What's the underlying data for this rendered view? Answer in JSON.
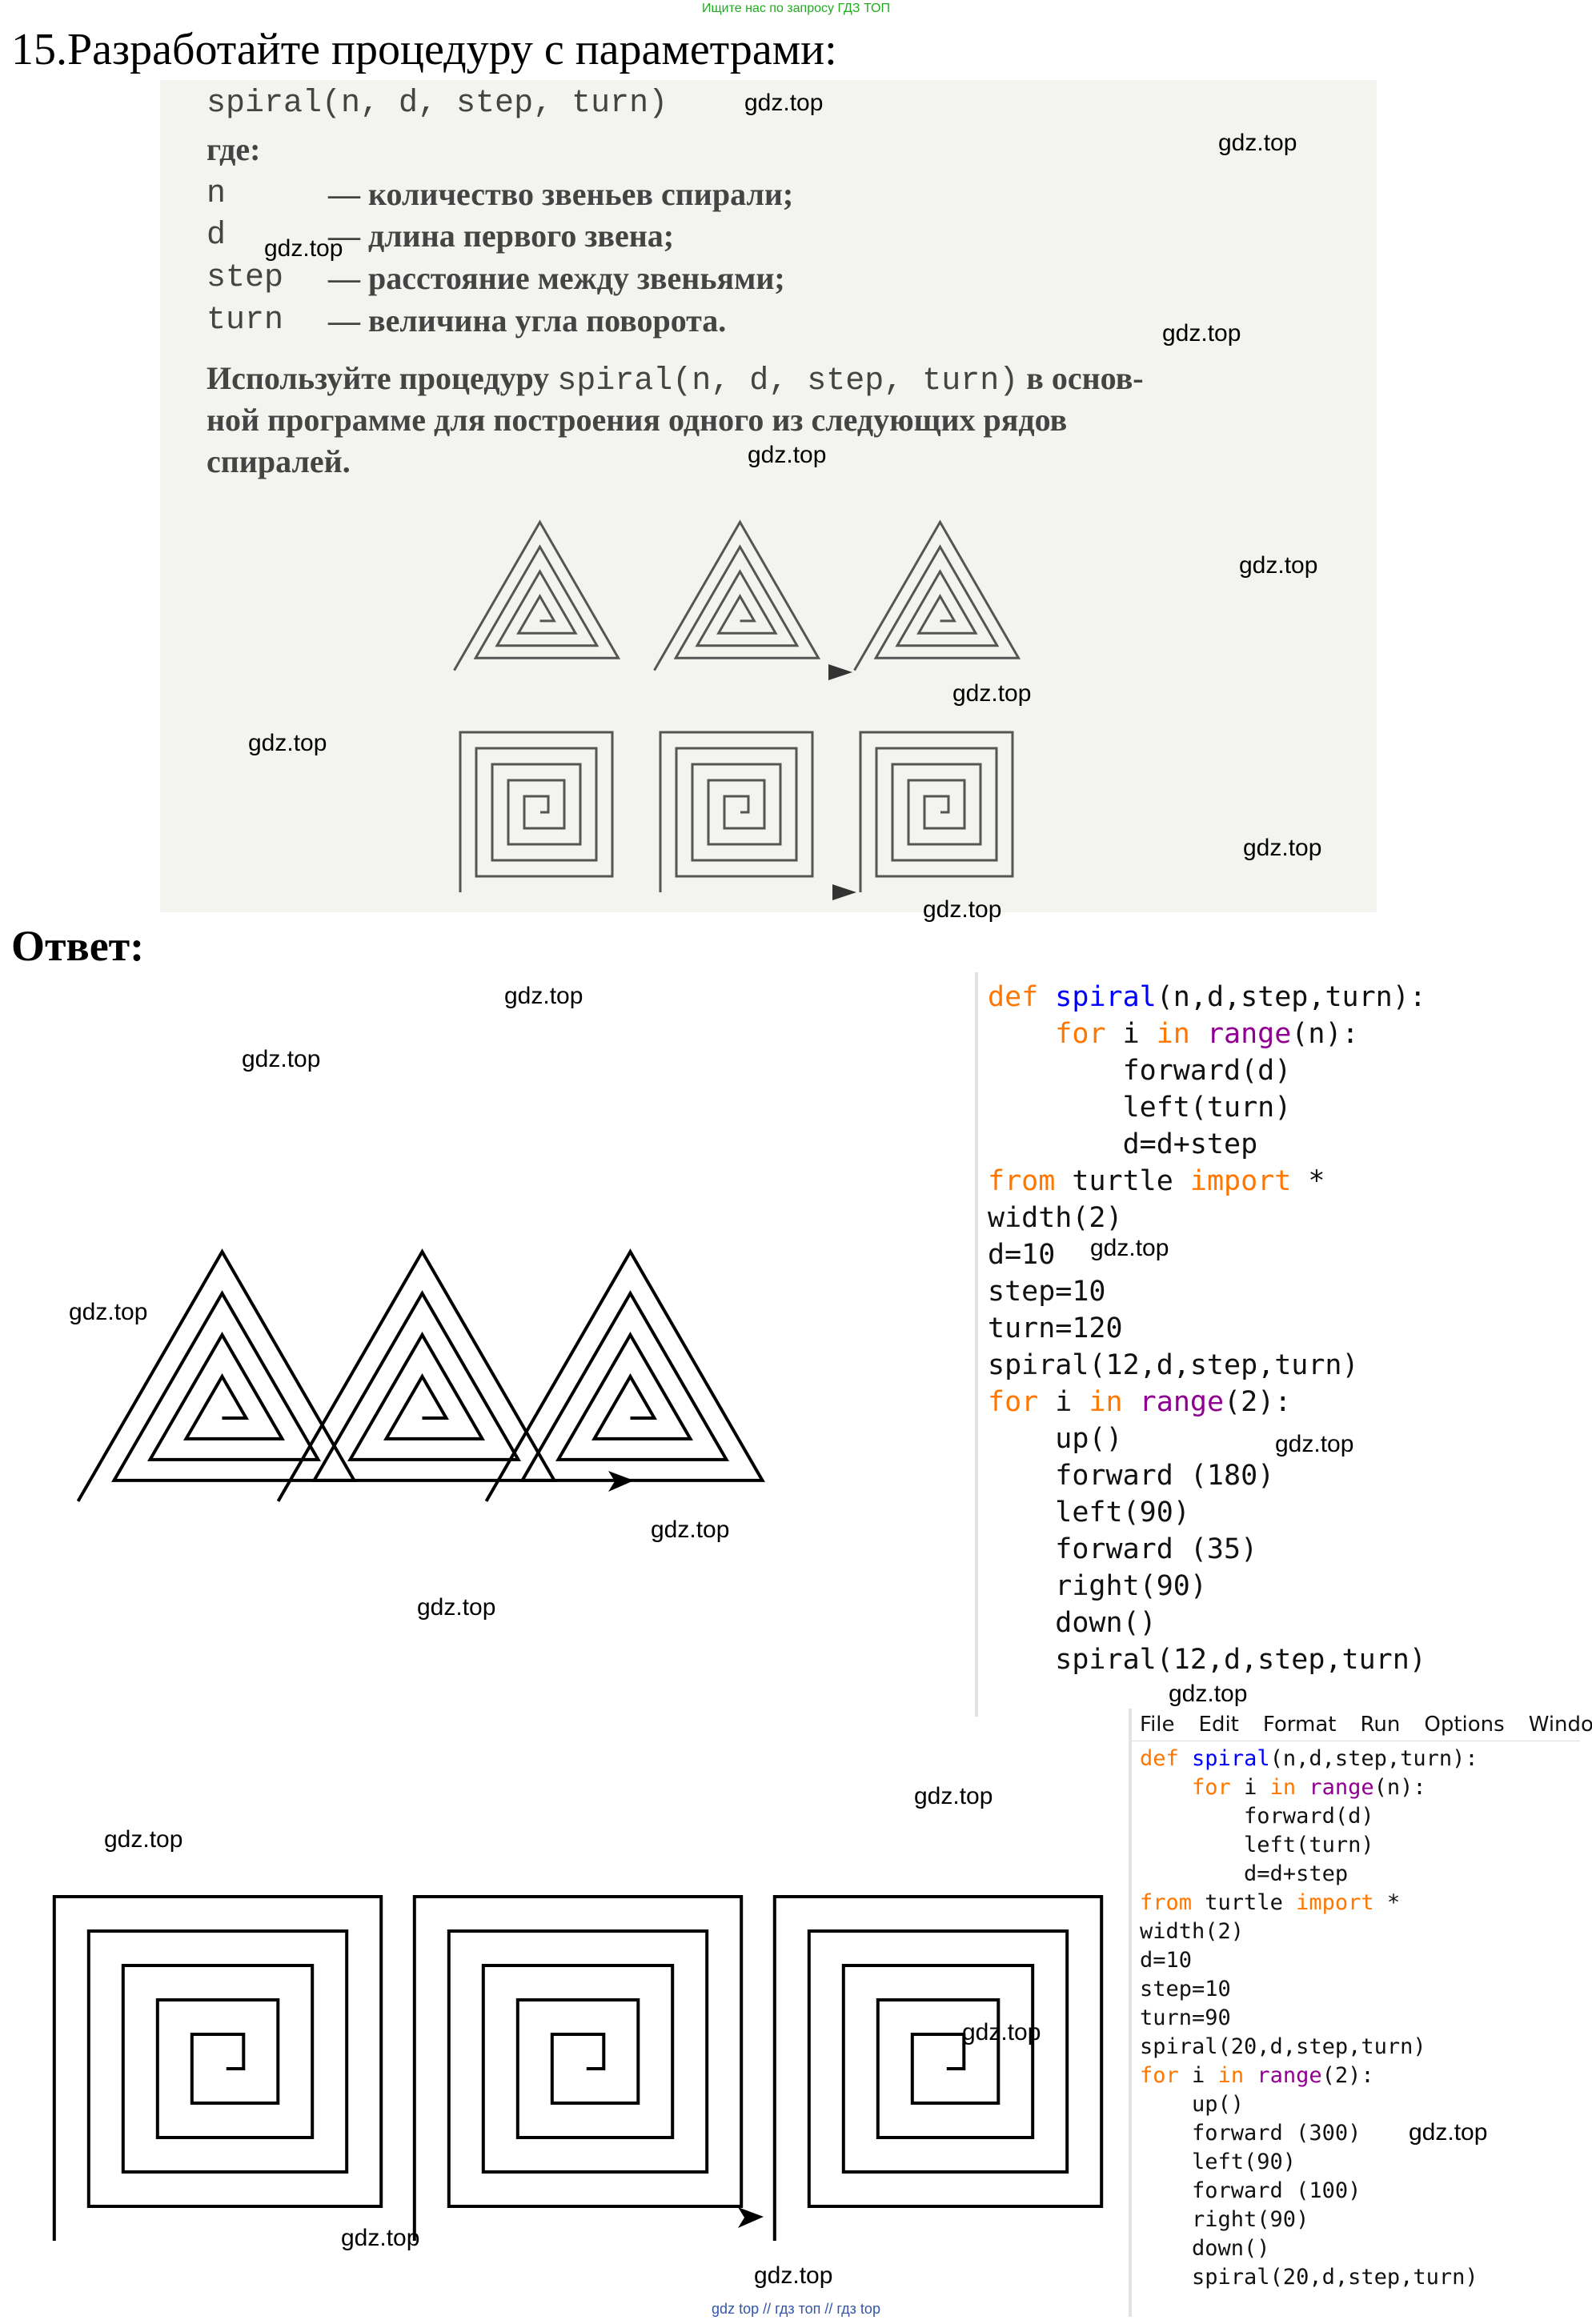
{
  "top_note": "Ищите нас по запросу ГДЗ ТОП",
  "task": {
    "number_title": "15.Разработайте процедуру с параметрами:",
    "signature": "spiral(n, d, step, turn)",
    "where_label": "где:",
    "params": [
      {
        "name": "n",
        "desc": "— количество звеньев спирали;"
      },
      {
        "name": "d",
        "desc": "— длина первого звена;"
      },
      {
        "name": "step",
        "desc": "— расстояние между звеньями;"
      },
      {
        "name": "turn",
        "desc": "— величина угла поворота."
      }
    ],
    "instruction_line1_a": "Используйте процедуру",
    "instruction_line1_code": "spiral(n, d, step, turn)",
    "instruction_line1_b": "в основ-",
    "instruction_line2": "ной программе для построения одного из следующих рядов",
    "instruction_line3": "спиралей."
  },
  "answer_label": "Ответ:",
  "code1": [
    "def spiral(n,d,step,turn):",
    "    for i in range(n):",
    "        forward(d)",
    "        left(turn)",
    "        d=d+step",
    "from turtle import *",
    "width(2)",
    "d=10",
    "step=10",
    "turn=120",
    "spiral(12,d,step,turn)",
    "for i in range(2):",
    "    up()",
    "    forward (180)",
    "    left(90)",
    "    forward (35)",
    "    right(90)",
    "    down()",
    "    spiral(12,d,step,turn)"
  ],
  "editor_menu": [
    "File",
    "Edit",
    "Format",
    "Run",
    "Options",
    "Windo"
  ],
  "code2": [
    "def spiral(n,d,step,turn):",
    "    for i in range(n):",
    "        forward(d)",
    "        left(turn)",
    "        d=d+step",
    "from turtle import *",
    "width(2)",
    "d=10",
    "step=10",
    "turn=90",
    "spiral(20,d,step,turn)",
    "for i in range(2):",
    "    up()",
    "    forward (300)",
    "    left(90)",
    "    forward (100)",
    "    right(90)",
    "    down()",
    "    spiral(20,d,step,turn)"
  ],
  "watermark": "gdz.top",
  "bottom_note": "gdz top  //  гдз топ  //  гдз top"
}
